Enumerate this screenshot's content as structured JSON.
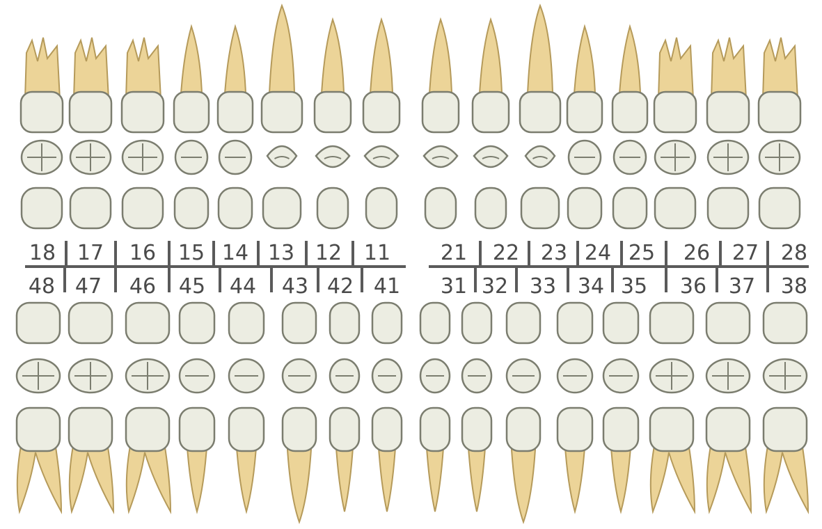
{
  "diagram": {
    "colors": {
      "crown_fill": "#ecede2",
      "crown_stroke": "#7b7d6f",
      "root_fill": "#ecd498",
      "root_stroke": "#b59a5a",
      "number_text": "#4a4a4a",
      "separator": "#5a5a5a",
      "background": "#ffffff"
    },
    "upper_right_numbers": [
      "18",
      "17",
      "16",
      "15",
      "14",
      "13",
      "12",
      "11"
    ],
    "upper_left_numbers": [
      "21",
      "22",
      "23",
      "24",
      "25",
      "26",
      "27",
      "28"
    ],
    "lower_right_numbers": [
      "48",
      "47",
      "46",
      "45",
      "44",
      "43",
      "42",
      "41"
    ],
    "lower_left_numbers": [
      "31",
      "32",
      "33",
      "34",
      "35",
      "36",
      "37",
      "38"
    ]
  }
}
